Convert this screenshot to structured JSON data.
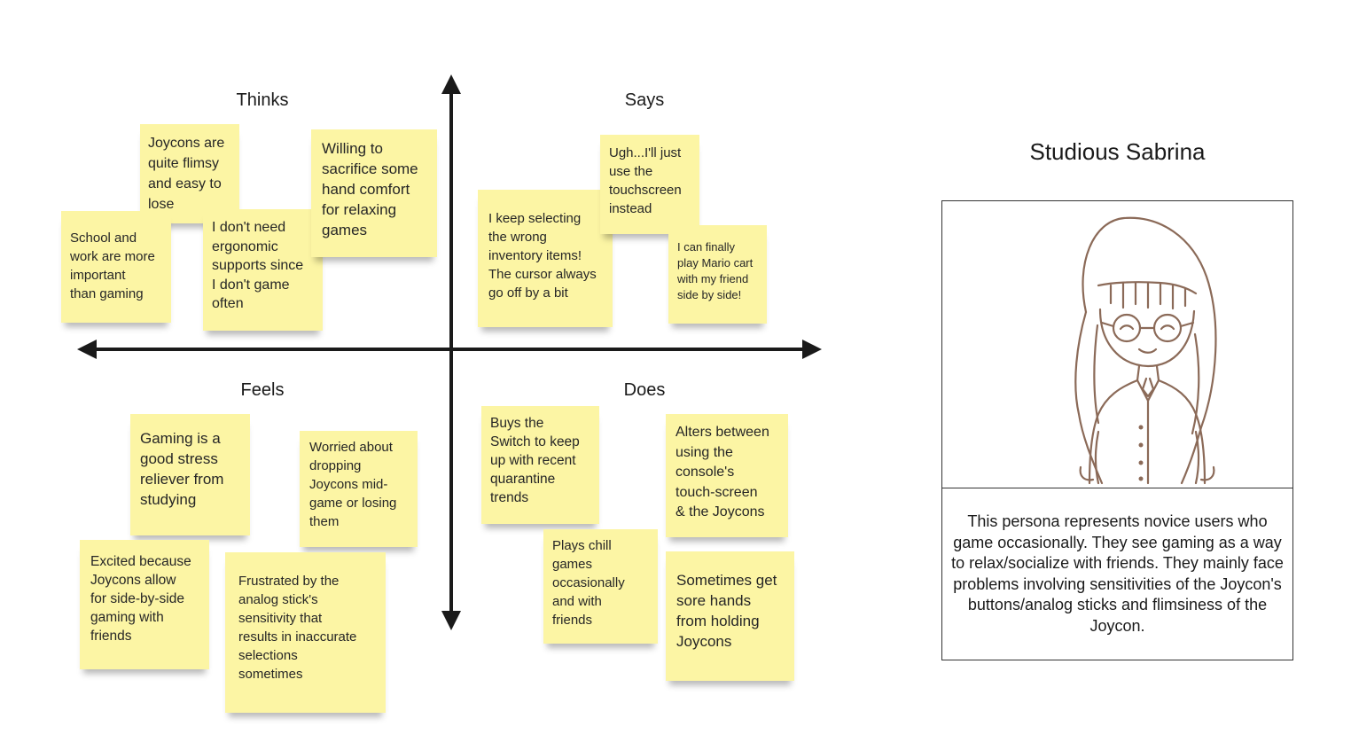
{
  "quadrants": {
    "thinks": "Thinks",
    "says": "Says",
    "feels": "Feels",
    "does": "Does"
  },
  "notes": {
    "thinks_1": "Joycons are\nquite flimsy\nand easy to\nlose",
    "thinks_2": "School and\nwork are more\nimportant\nthan gaming",
    "thinks_3": "I don't need\nergonomic\nsupports since\nI don't game\noften",
    "thinks_4": "Willing to\nsacrifice some\nhand comfort\nfor  relaxing\ngames",
    "says_1": "I keep selecting\nthe wrong\ninventory items!\nThe cursor always\ngo off by a bit",
    "says_2": "Ugh...I'll just\nuse the\ntouchscreen\ninstead",
    "says_3": "I can finally\nplay Mario cart\nwith my friend\nside by side!",
    "feels_1": "Gaming is a\ngood stress\nreliever from\nstudying",
    "feels_2": "Worried about\ndropping\nJoycons mid-\ngame or losing\nthem",
    "feels_3": "Excited because\nJoycons allow\nfor side-by-side\ngaming with\nfriends",
    "feels_4": "Frustrated by the\nanalog stick's\nsensitivity that\nresults in inaccurate\nselections\nsometimes",
    "does_1": "Buys the\nSwitch to keep\nup with recent\nquarantine\ntrends",
    "does_2": "Alters between\nusing the\nconsole's\ntouch-screen\n&  the Joycons",
    "does_3": "Plays chill\ngames\noccasionally\nand with\nfriends",
    "does_4": "Sometimes get\nsore hands\nfrom holding\nJoycons"
  },
  "persona": {
    "name": "Studious Sabrina",
    "description": "This persona represents novice users who game occasionally. They see gaming as a way to relax/socialize with friends. They mainly face problems involving sensitivities of the Joycon's buttons/analog sticks and flimsiness of the Joycon."
  },
  "colors": {
    "sticky_note": "#fcf5a4",
    "axis": "#1a1a1a",
    "sketch_line": "#8b6a58"
  }
}
